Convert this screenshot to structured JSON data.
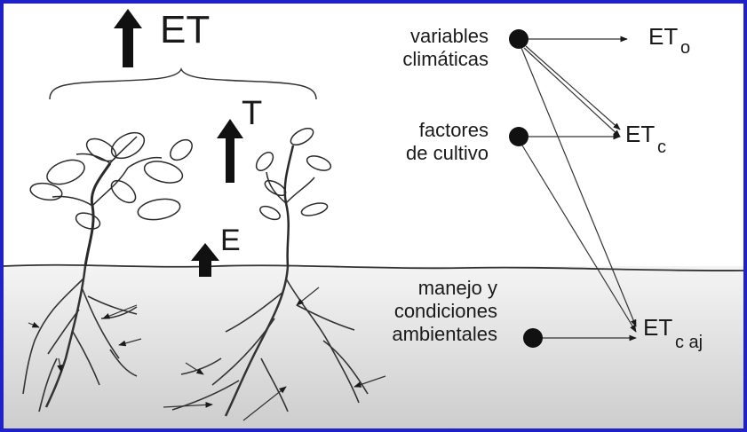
{
  "colors": {
    "frame": "#1f22c8",
    "ink": "#1a1a1a",
    "soil_top": "#f4f4f4",
    "soil_bottom": "#cfcfcf"
  },
  "arrows": {
    "et": "ET",
    "t": "T",
    "e": "E"
  },
  "factors": {
    "climate": [
      "variables",
      "climáticas"
    ],
    "crop": [
      "factores",
      "de cultivo"
    ],
    "management": [
      "manejo y",
      "condiciones",
      "ambientales"
    ]
  },
  "outputs": {
    "et0": {
      "base": "ET",
      "sub": "o"
    },
    "etc": {
      "base": "ET",
      "sub": "c"
    },
    "etc_aj": {
      "base": "ET",
      "sub": "c aj"
    }
  }
}
